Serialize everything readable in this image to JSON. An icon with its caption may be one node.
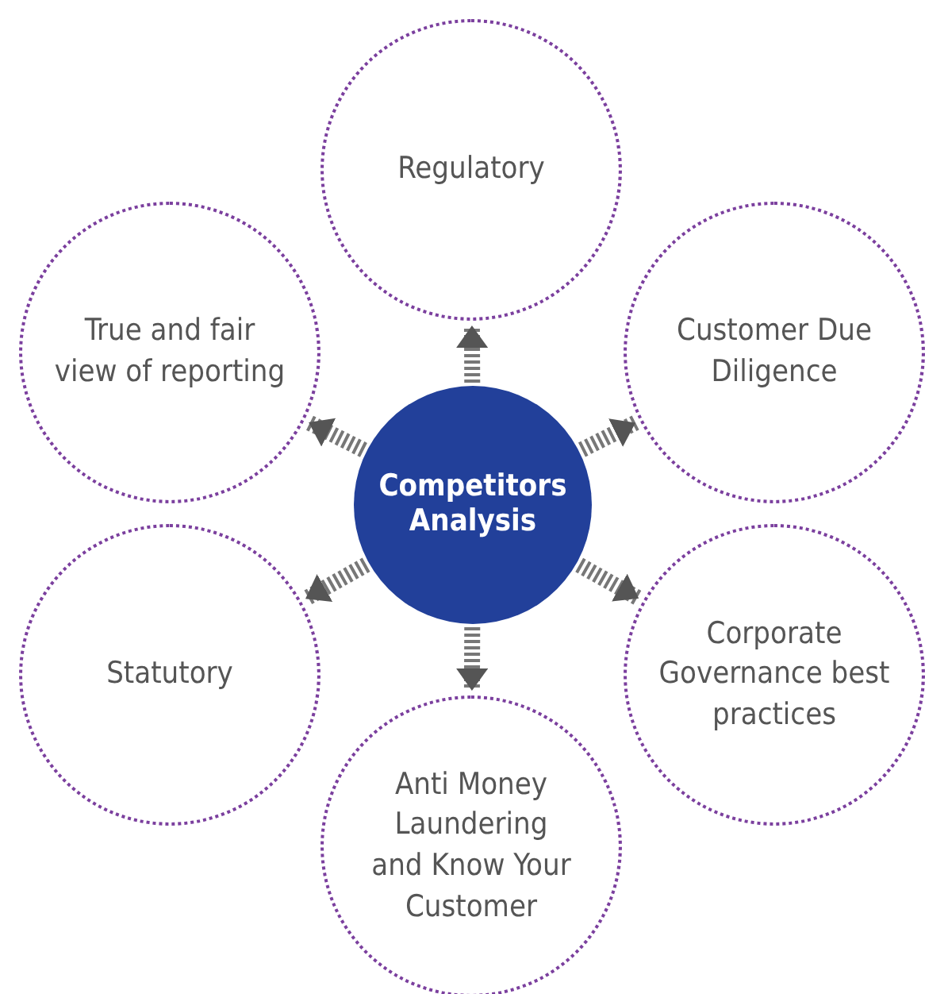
{
  "diagram": {
    "nodes": [
      {
        "text": [
          "Competitors Analysis"
        ]
      },
      {
        "text": [
          "Regulatory"
        ]
      },
      {
        "text": [
          "True and fair view of reporting"
        ]
      },
      {
        "text": [
          "Customer Due Diligence"
        ]
      },
      {
        "text": [
          "Statutory"
        ]
      },
      {
        "text": [
          "Corporate Governance best practices"
        ]
      },
      {
        "text": [
          "Anti Money Laundering and Know Your Customer"
        ]
      }
    ],
    "edges": [
      {
        "from": 0,
        "to": 1,
        "arrow": "to",
        "style": "dashed"
      },
      {
        "from": 0,
        "to": 2,
        "arrow": "to",
        "style": "dashed"
      },
      {
        "from": 0,
        "to": 3,
        "arrow": "to",
        "style": "dashed"
      },
      {
        "from": 0,
        "to": 4,
        "arrow": "to",
        "style": "dashed"
      },
      {
        "from": 0,
        "to": 5,
        "arrow": "to",
        "style": "dashed"
      },
      {
        "from": 0,
        "to": 6,
        "arrow": "to",
        "style": "dashed"
      }
    ]
  }
}
